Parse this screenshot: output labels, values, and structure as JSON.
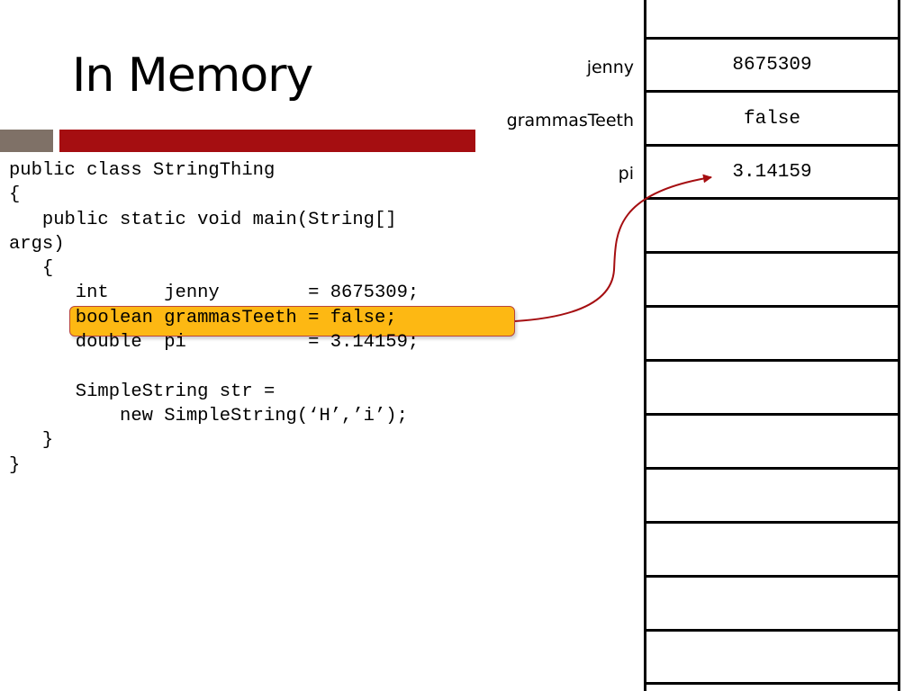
{
  "slide": {
    "title": "In Memory",
    "colors": {
      "accent_gray": "#7f7167",
      "accent_red": "#a50e11",
      "highlight_fill": "#fdb813",
      "highlight_border": "#b8453c",
      "arrow": "#a50e11"
    }
  },
  "code": {
    "lines": [
      "public class StringThing",
      "{",
      "   public static void main(String[]",
      "args)",
      "   {",
      "      int     jenny        = 8675309;",
      "      boolean grammasTeeth = false;",
      "      double  pi           = 3.14159;",
      "",
      "      SimpleString str =",
      "          new SimpleString(‘H’,’i’);",
      "   }",
      "}"
    ],
    "highlighted_line": "boolean grammasTeeth = false;"
  },
  "memory": {
    "cells": [
      {
        "label": "",
        "value": ""
      },
      {
        "label": "jenny",
        "value": "8675309"
      },
      {
        "label": "grammasTeeth",
        "value": "false"
      },
      {
        "label": "pi",
        "value": "3.14159"
      },
      {
        "label": "",
        "value": ""
      },
      {
        "label": "",
        "value": ""
      },
      {
        "label": "",
        "value": ""
      },
      {
        "label": "",
        "value": ""
      },
      {
        "label": "",
        "value": ""
      },
      {
        "label": "",
        "value": ""
      },
      {
        "label": "",
        "value": ""
      },
      {
        "label": "",
        "value": ""
      },
      {
        "label": "",
        "value": ""
      },
      {
        "label": "",
        "value": ""
      }
    ]
  }
}
